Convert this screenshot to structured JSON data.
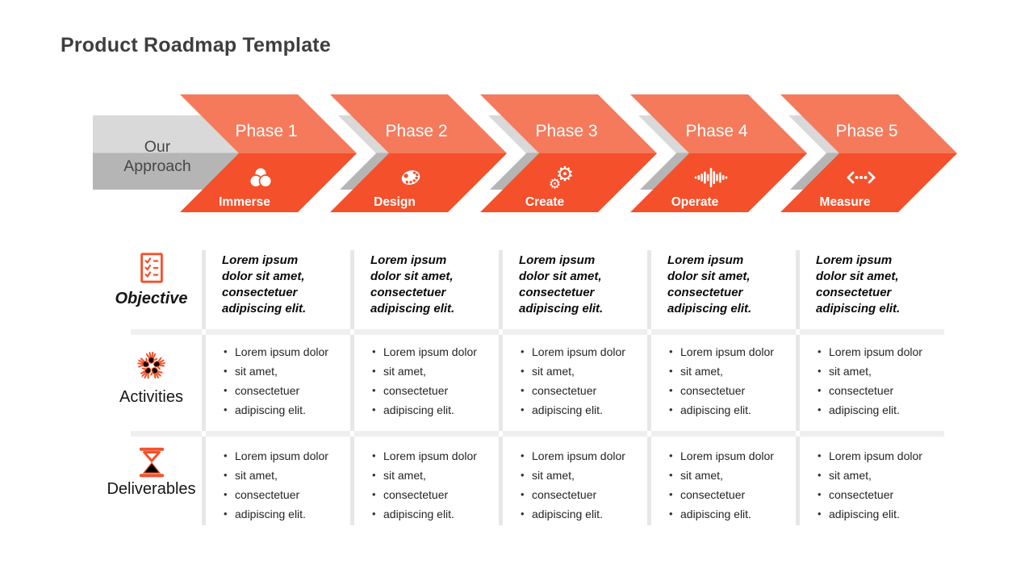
{
  "title": "Product Roadmap Template",
  "approach": {
    "line1": "Our",
    "line2": "Approach"
  },
  "phases": [
    {
      "name": "Phase 1",
      "label": "Immerse",
      "icon": "venn-circles-icon"
    },
    {
      "name": "Phase 2",
      "label": "Design",
      "icon": "palette-icon"
    },
    {
      "name": "Phase 3",
      "label": "Create",
      "icon": "gears-icon"
    },
    {
      "name": "Phase 4",
      "label": "Operate",
      "icon": "waveform-icon"
    },
    {
      "name": "Phase 5",
      "label": "Measure",
      "icon": "angle-dots-icon"
    }
  ],
  "table": {
    "rows": [
      {
        "label": "Objective",
        "icon": "checklist-icon",
        "cells": [
          {
            "text": "Lorem ipsum dolor sit amet, consectetuer adipiscing elit."
          },
          {
            "text": "Lorem ipsum dolor sit amet, consectetuer adipiscing elit."
          },
          {
            "text": "Lorem ipsum dolor sit amet, consectetuer adipiscing elit."
          },
          {
            "text": "Lorem ipsum dolor sit amet, consectetuer adipiscing elit."
          },
          {
            "text": "Lorem ipsum dolor sit amet, consectetuer adipiscing elit."
          }
        ]
      },
      {
        "label": "Activities",
        "icon": "hands-star-icon",
        "cells": [
          {
            "bullets": [
              "Lorem ipsum dolor",
              "sit amet,",
              "consectetuer",
              "adipiscing elit."
            ]
          },
          {
            "bullets": [
              "Lorem ipsum dolor",
              "sit amet,",
              "consectetuer",
              "adipiscing elit."
            ]
          },
          {
            "bullets": [
              "Lorem ipsum dolor",
              "sit amet,",
              "consectetuer",
              "adipiscing elit."
            ]
          },
          {
            "bullets": [
              "Lorem ipsum dolor",
              "sit amet,",
              "consectetuer",
              "adipiscing elit."
            ]
          },
          {
            "bullets": [
              "Lorem ipsum dolor",
              "sit amet,",
              "consectetuer",
              "adipiscing elit."
            ]
          }
        ]
      },
      {
        "label": "Deliverables",
        "icon": "hourglass-icon",
        "cells": [
          {
            "bullets": [
              "Lorem ipsum dolor",
              "sit amet,",
              "consectetuer",
              "adipiscing elit."
            ]
          },
          {
            "bullets": [
              "Lorem ipsum dolor",
              "sit amet,",
              "consectetuer",
              "adipiscing elit."
            ]
          },
          {
            "bullets": [
              "Lorem ipsum dolor",
              "sit amet,",
              "consectetuer",
              "adipiscing elit."
            ]
          },
          {
            "bullets": [
              "Lorem ipsum dolor",
              "sit amet,",
              "consectetuer",
              "adipiscing elit."
            ]
          },
          {
            "bullets": [
              "Lorem ipsum dolor",
              "sit amet,",
              "consectetuer",
              "adipiscing elit."
            ]
          }
        ]
      }
    ]
  },
  "colors": {
    "phase_light_orange": "#F57A5B",
    "phase_dark_orange": "#F3502B",
    "band_light_gray": "#D9D9D9",
    "band_dark_gray": "#B5B5B5",
    "accent_orange": "#F4512C",
    "divider_gray": "#EFEFEF"
  }
}
